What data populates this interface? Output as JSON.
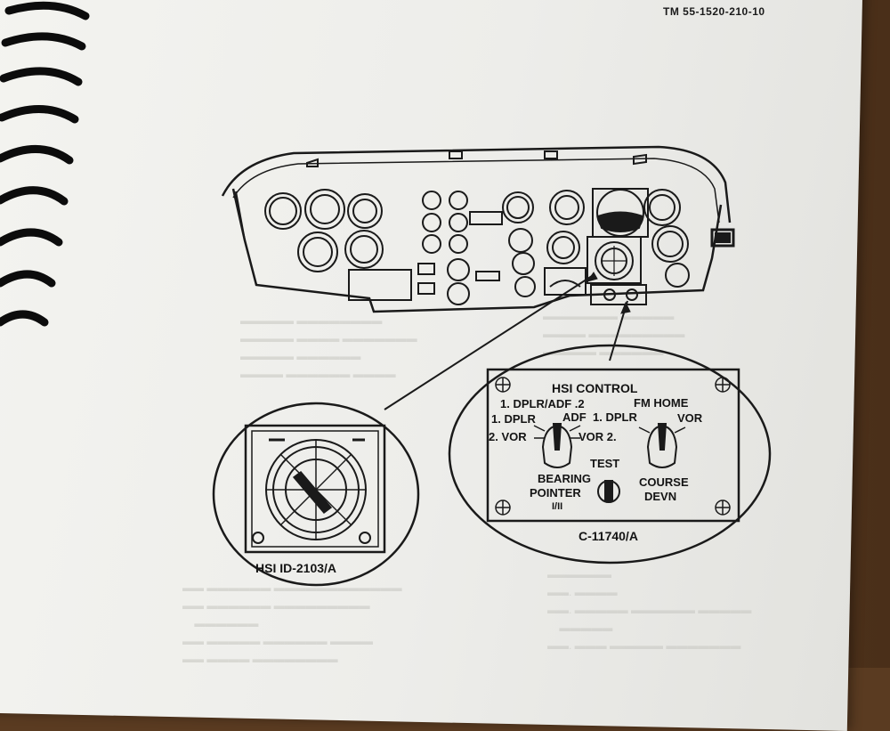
{
  "document": {
    "tm_number": "TM 55-1520-210-10"
  },
  "hsi_control": {
    "title": "HSI CONTROL",
    "left_knob": {
      "top_label": "1. DPLR/ADF .2",
      "left_upper": "1. DPLR",
      "right_upper": "ADF",
      "left_lower": "2. VOR",
      "right_lower": "VOR 2."
    },
    "right_knob": {
      "top_label": "FM HOME",
      "left_upper": "1. DPLR",
      "right_upper": "VOR"
    },
    "test_label": "TEST",
    "bearing_label_1": "BEARING",
    "bearing_label_2": "POINTER",
    "bearing_sub": "I/II",
    "course_label_1": "COURSE",
    "course_label_2": "DEVN",
    "part_number": "C-11740/A"
  },
  "hsi_indicator": {
    "caption": "HSI  ID-2103/A"
  }
}
